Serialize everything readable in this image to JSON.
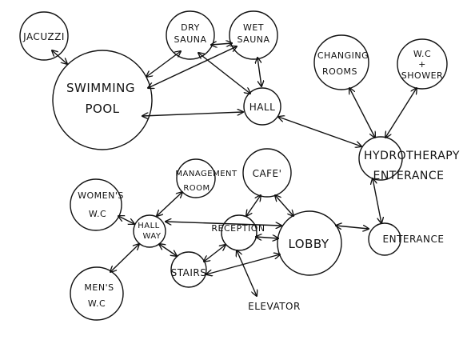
{
  "nodes": {
    "jacuzzi": "JACUZZI",
    "dry_sauna": [
      "DRY",
      "SAUNA"
    ],
    "wet_sauna": [
      "WET",
      "SAUNA"
    ],
    "swimming_pool": [
      "SWIMMING",
      "POOL"
    ],
    "hall": "HALL",
    "changing_rooms": [
      "CHANGING",
      "ROOMS"
    ],
    "wc_shower": [
      "W.C",
      "+",
      "SHOWER"
    ],
    "hydrotherapy_entrance": [
      "HYDROTHERAPY",
      "ENTERANCE"
    ],
    "management_room": [
      "MANAGEMENT",
      "ROOM"
    ],
    "cafe": "CAFE'",
    "womens_wc": [
      "WOMEN'S",
      "W.C"
    ],
    "hallway": [
      "HALL",
      "WAY"
    ],
    "reception": "RECEPTION",
    "lobby": "LOBBY",
    "entrance": "ENTERANCE",
    "stairs": "STAIRS",
    "mens_wc": [
      "MEN'S",
      "W.C"
    ],
    "elevator": "ELEVATOR"
  }
}
